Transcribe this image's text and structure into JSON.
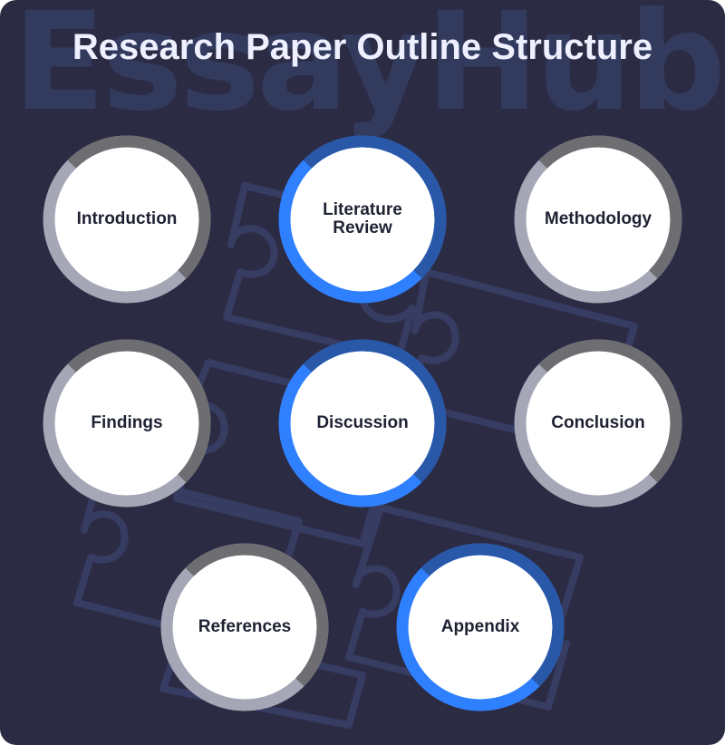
{
  "title": "Research Paper Outline Structure",
  "watermark": "EssayHub",
  "colors": {
    "background": "#2c2b44",
    "gray_light": "#a5a6b6",
    "gray_dark": "#6e6e72",
    "blue_light": "#2f80ff",
    "blue_dark": "#2a58a8",
    "node_fill": "#ffffff",
    "label_text": "#1f2233"
  },
  "sections": [
    {
      "label": "Introduction",
      "style": "gray"
    },
    {
      "label": "Literature\nReview",
      "style": "blue"
    },
    {
      "label": "Methodology",
      "style": "gray"
    },
    {
      "label": "Findings",
      "style": "gray"
    },
    {
      "label": "Discussion",
      "style": "blue"
    },
    {
      "label": "Conclusion",
      "style": "gray"
    },
    {
      "label": "References",
      "style": "gray"
    },
    {
      "label": "Appendix",
      "style": "blue"
    }
  ]
}
